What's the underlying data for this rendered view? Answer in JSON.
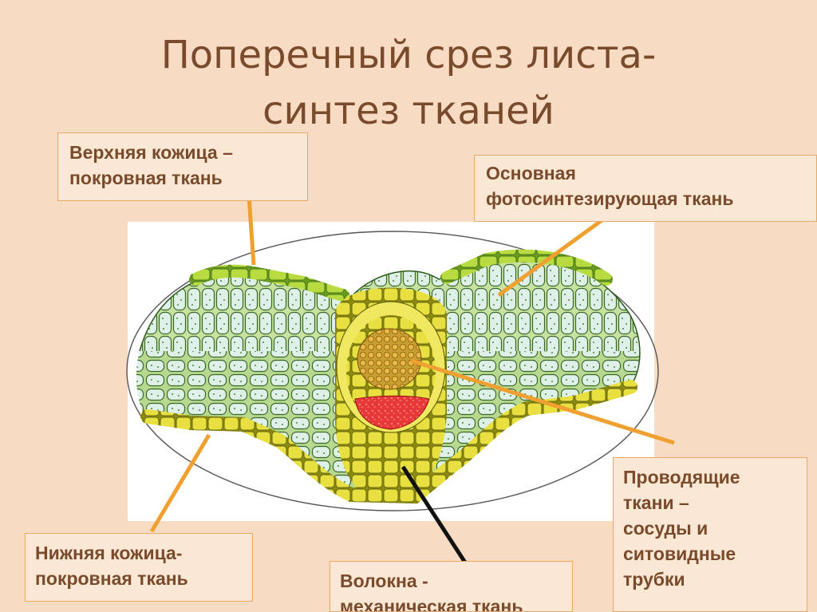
{
  "title": {
    "line1": "Поперечный срез листа-",
    "line2": "синтез тканей"
  },
  "labels": {
    "upper_epidermis": {
      "line1": "Верхняя кожица –",
      "line2": "покровная ткань"
    },
    "main_tissue": {
      "line1": "Основная",
      "line2": "фотосинтезирующая ткань"
    },
    "lower_epidermis": {
      "line1": "Нижняя кожица-",
      "line2": "покровная ткань"
    },
    "fibers": {
      "line1": "Волокна -",
      "line2": "механическая ткань"
    },
    "conducting": {
      "line1": "Проводящие",
      "line2": "ткани –",
      "line3": "сосуды и",
      "line4": "ситовидные",
      "line5": "трубки"
    }
  },
  "colors": {
    "background": "#f7dcc3",
    "title_text": "#7a4a2c",
    "label_text": "#7a4a2c",
    "arrow_orange": "#f0a030",
    "arrow_black": "#111111",
    "epidermis_green": "#a8d440",
    "mesophyll_cell": "#dff0e8",
    "bundle_yellow": "#e6e040",
    "phloem_red": "#e84040",
    "xylem_orange": "#e0b040"
  }
}
